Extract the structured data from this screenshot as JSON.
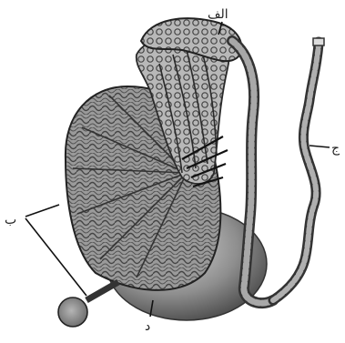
{
  "figure": {
    "colors": {
      "background": "#ffffff",
      "ink": "#2a2a2a",
      "tissue": "#8c8c8c",
      "tissue_light": "#c4c4c4",
      "tissue_dark": "#5e5e5e"
    },
    "labels": {
      "alef": "الف",
      "be": "ب",
      "jim": "ج",
      "dal": "د"
    }
  }
}
